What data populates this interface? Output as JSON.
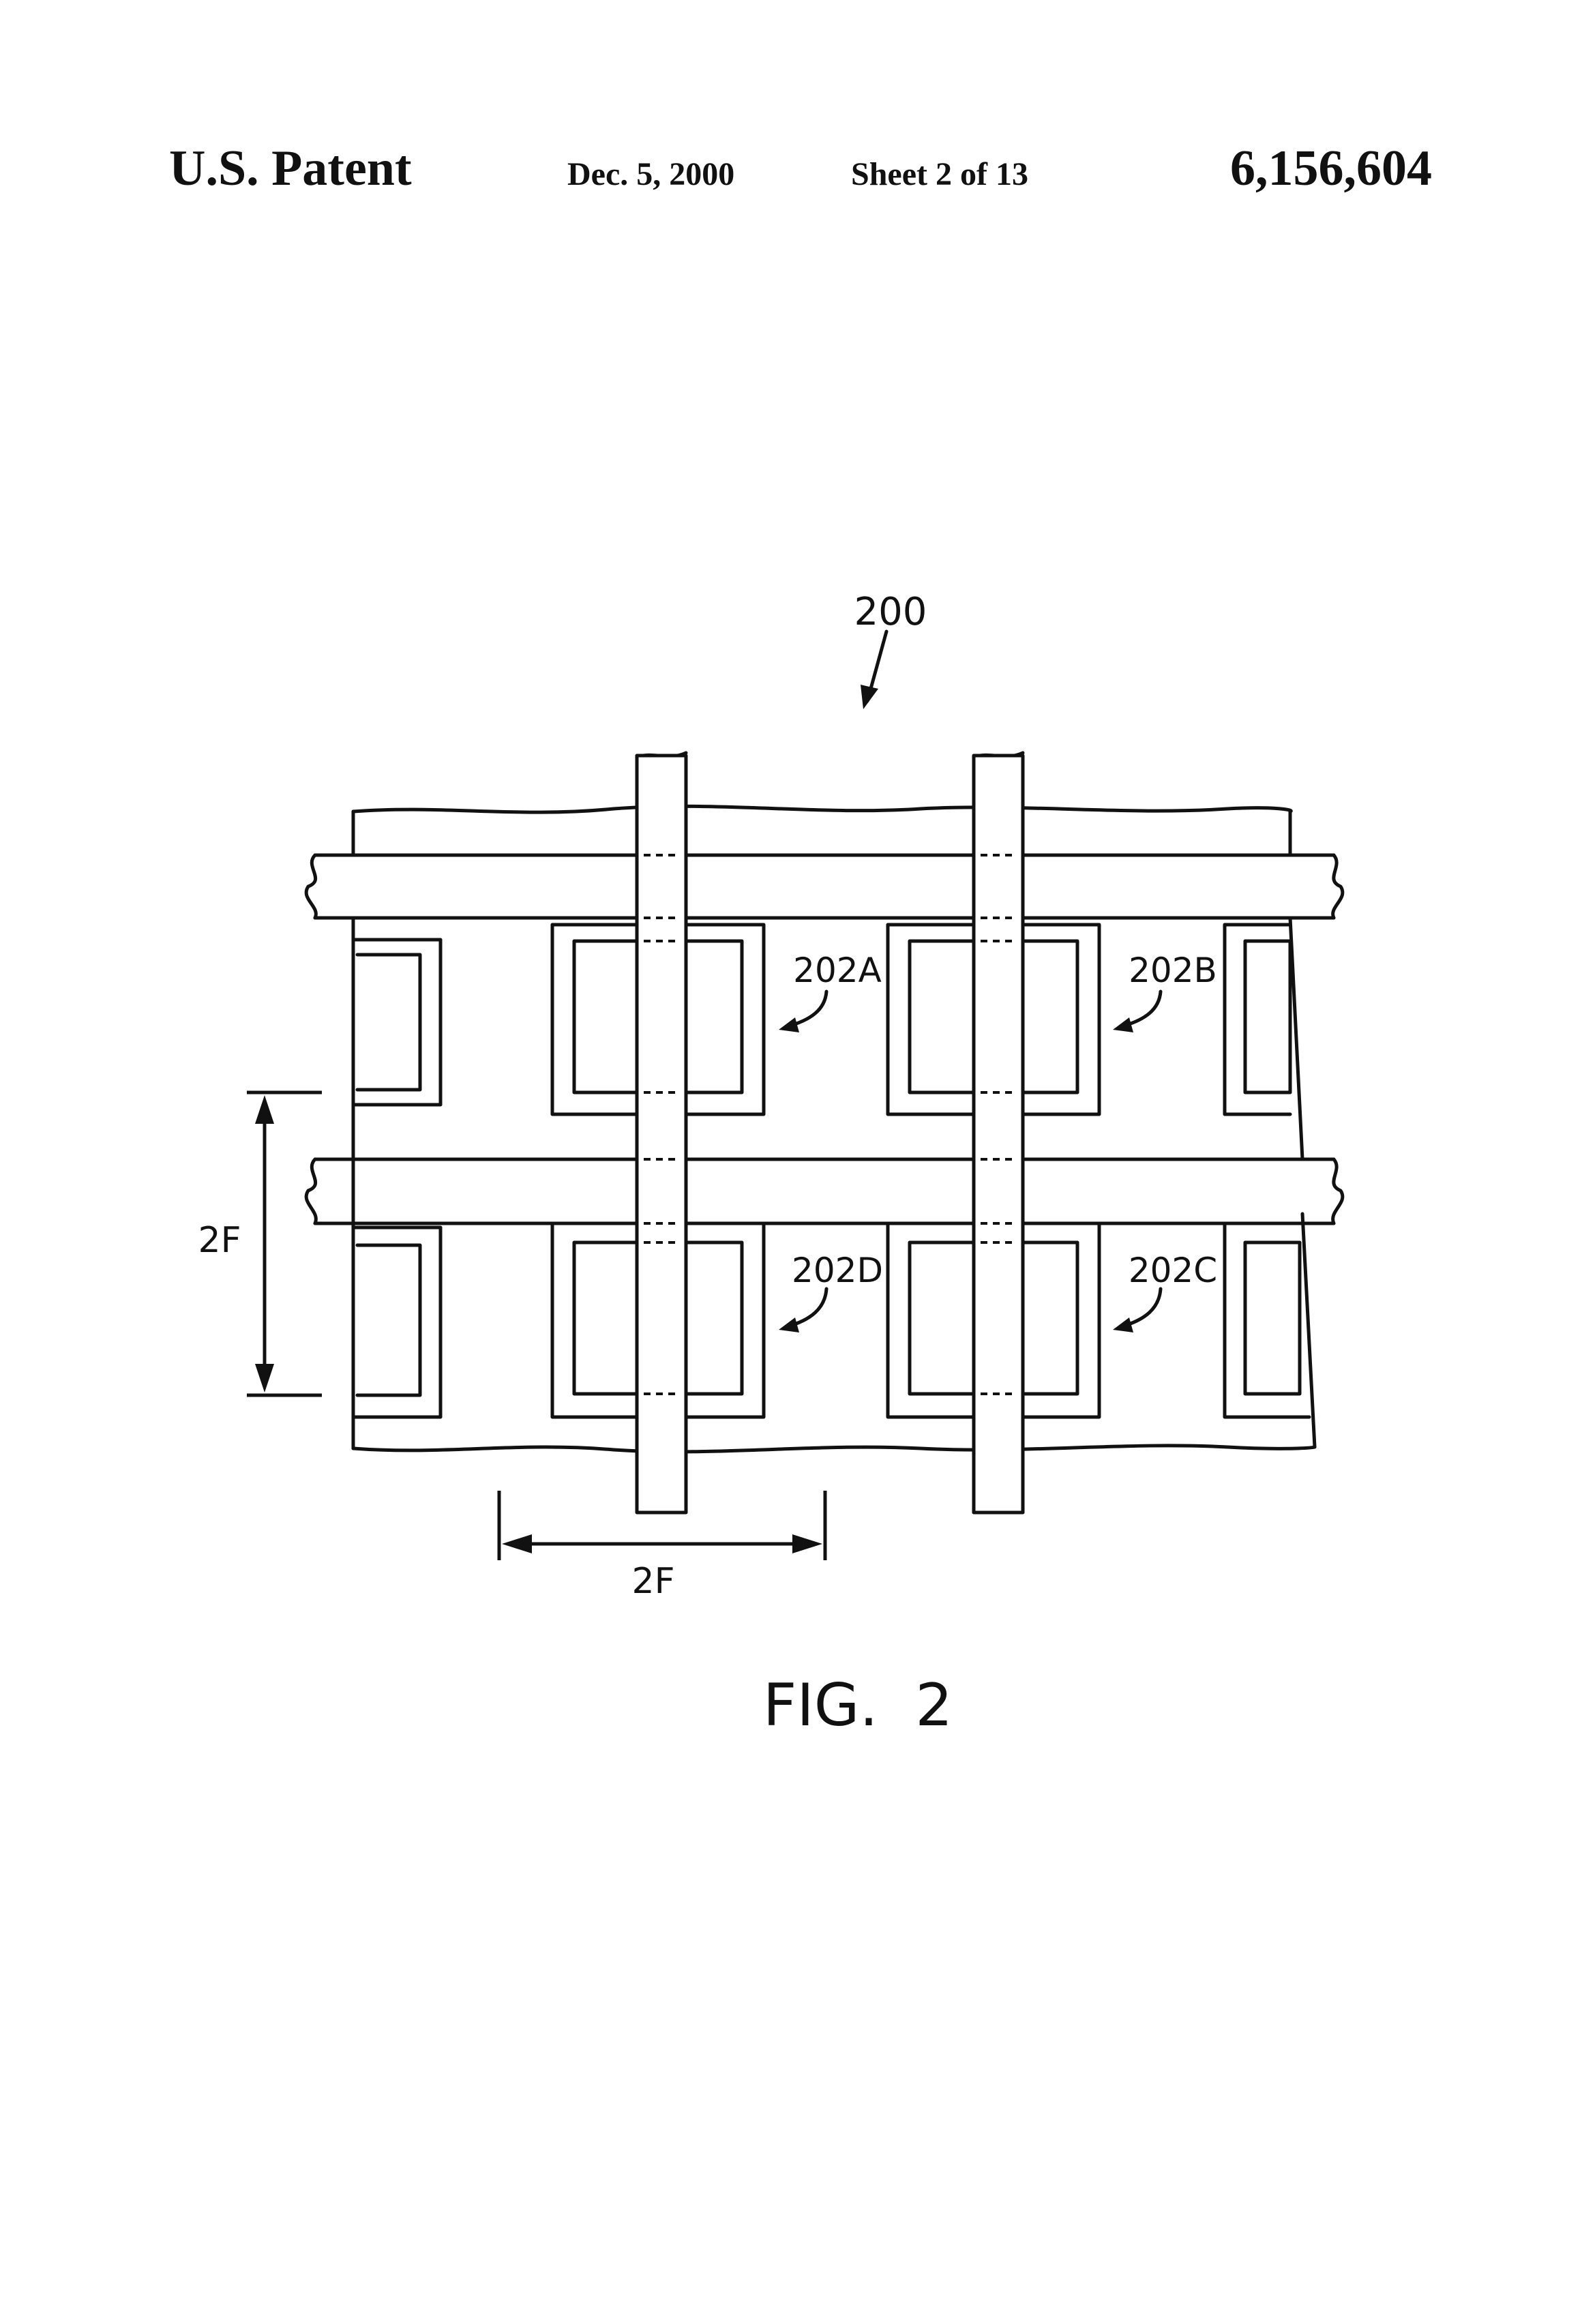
{
  "header": {
    "left": "U.S. Patent",
    "date": "Dec. 5, 2000",
    "sheet": "Sheet 2 of 13",
    "number": "6,156,604"
  },
  "figure": {
    "ref_main": "200",
    "cells": [
      "202A",
      "202B",
      "202D",
      "202C"
    ],
    "dim_vertical": "2F",
    "dim_horizontal": "2F",
    "caption": "FIG.  2"
  }
}
